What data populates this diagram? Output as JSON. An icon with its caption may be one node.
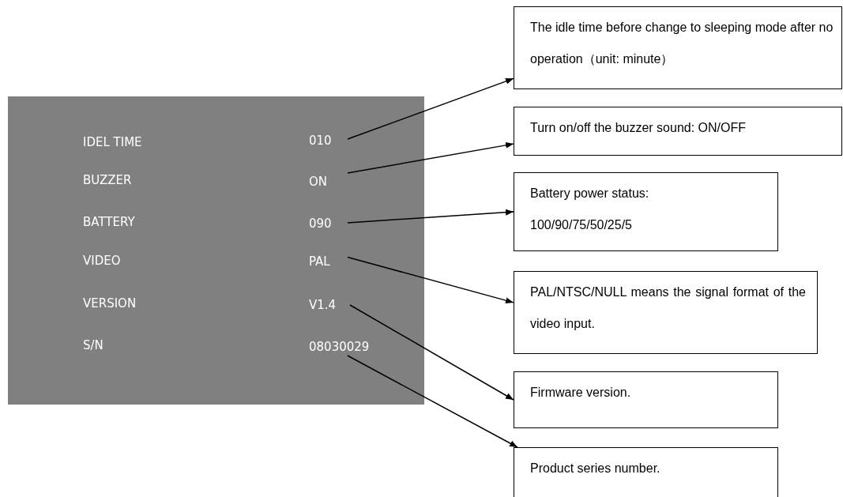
{
  "diagram": {
    "nodes": [
      {
        "text": [
          "010"
        ]
      },
      {
        "text": [
          "ON"
        ]
      },
      {
        "text": [
          "090"
        ]
      },
      {
        "text": [
          "PAL"
        ]
      },
      {
        "text": [
          "V1.4"
        ]
      },
      {
        "text": [
          "08030029"
        ]
      },
      {
        "text": [
          "The idle time before change to sleeping mode after no operation（unit: minute）"
        ]
      },
      {
        "text": [
          "Turn on/off the buzzer sound: ON/OFF"
        ]
      },
      {
        "text": [
          "Battery power status: 100/90/75/50/25/5"
        ]
      },
      {
        "text": [
          "PAL/NTSC/NULL means the signal format of the video input."
        ]
      },
      {
        "text": [
          "Firmware version."
        ]
      },
      {
        "text": [
          "Product series number."
        ]
      }
    ],
    "edges": [
      {
        "from": 0,
        "to": 6,
        "arrow": "to"
      },
      {
        "from": 1,
        "to": 7,
        "arrow": "to"
      },
      {
        "from": 2,
        "to": 8,
        "arrow": "to"
      },
      {
        "from": 3,
        "to": 9,
        "arrow": "to"
      },
      {
        "from": 4,
        "to": 10,
        "arrow": "to"
      },
      {
        "from": 5,
        "to": 11,
        "arrow": "to"
      }
    ],
    "labels": [
      "IDEL TIME",
      "BUZZER",
      "BATTERY",
      "VIDEO",
      "VERSION",
      "S/N"
    ]
  }
}
